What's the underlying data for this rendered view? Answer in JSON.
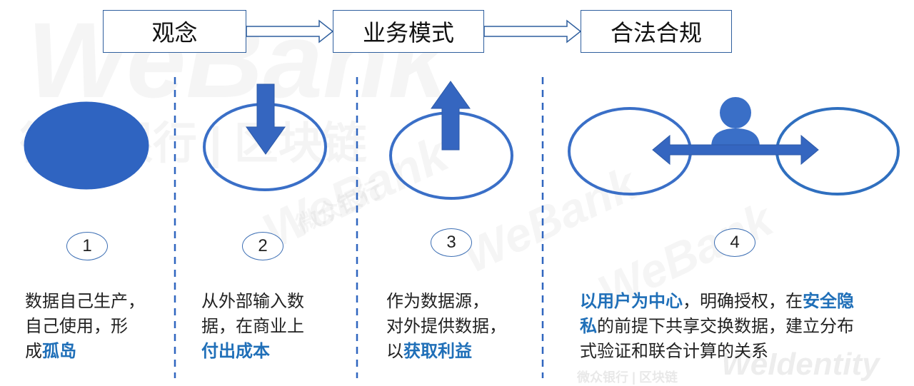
{
  "stages": [
    "观念",
    "业务模式",
    "合法合规"
  ],
  "colors": {
    "accent": "#2f65bf",
    "highlight": "#1f6fb8",
    "box_border": "#2f5f9e"
  },
  "steps": [
    {
      "num": "1",
      "desc": [
        [
          "数据自己生产，"
        ],
        [
          "自己使用，形"
        ],
        [
          "成",
          {
            "hl": "孤岛"
          }
        ]
      ]
    },
    {
      "num": "2",
      "desc": [
        [
          "从外部输入数"
        ],
        [
          "据，在商业上"
        ],
        [
          {
            "hl": "付出成本"
          }
        ]
      ]
    },
    {
      "num": "3",
      "desc": [
        [
          "作为数据源，"
        ],
        [
          "对外提供数据，"
        ],
        [
          "以",
          {
            "hl": "获取利益"
          }
        ]
      ]
    },
    {
      "num": "4",
      "desc": [
        [
          {
            "hl": "以用户为中心"
          },
          "，明确授权，在",
          {
            "hl": "安全隐"
          }
        ],
        [
          {
            "hl": "私"
          },
          "的前提下共享交换数据，建立分布"
        ],
        [
          "式验证和联合计算的关系"
        ]
      ]
    }
  ],
  "watermark": {
    "brand": "WeBank",
    "slogan": "微众银行 | 区块链",
    "small_slogan": "微众银行",
    "small_slogan2": "微众银行 | 区块链",
    "product": "WeIdentity"
  },
  "icons": [
    "filled-ellipse-icon",
    "down-arrow-ellipse-icon",
    "up-arrow-ellipse-icon",
    "person-two-ellipses-icon"
  ]
}
